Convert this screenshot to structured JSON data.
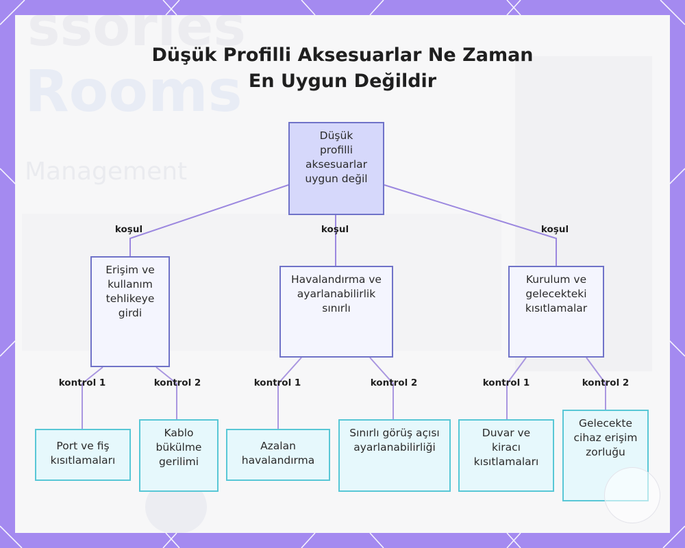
{
  "title_lines": [
    "Düşük Profilli Aksesuarlar Ne Zaman",
    "En Uygun Değildir"
  ],
  "background_words": [
    "ssories",
    "Rooms",
    "Management"
  ],
  "colors": {
    "frame": "#a48af0",
    "panel": "#f7f7f8",
    "root_fill": "#d6d8fb",
    "node_border": "#6f72c8",
    "mid_fill": "#f4f5fe",
    "leaf_fill": "#e6f8fc",
    "leaf_border": "#58c7d6",
    "edge_top": "#9b87df",
    "edge_bottom": "#a996e0"
  },
  "nodes": {
    "root": "Düşük profilli aksesuarlar uygun değil",
    "b1": "Erişim ve kullanım tehlikeye girdi",
    "b2": "Havalandırma ve ayarlanabilirlik sınırlı",
    "b3": "Kurulum ve gelecekteki kısıtlamalar",
    "l1": "Port ve fiş kısıtlamaları",
    "l2": "Kablo bükülme gerilimi",
    "l3": "Azalan havalandırma",
    "l4": "Sınırlı görüş açısı ayarlanabilirliği",
    "l5": "Duvar ve kiracı kısıtlamaları",
    "l6": "Gelecekte cihaz erişim zorluğu"
  },
  "edge_labels": {
    "e1": "koşul",
    "e2": "koşul",
    "e3": "koşul",
    "e4": "kontrol 1",
    "e5": "kontrol 2",
    "e6": "kontrol 1",
    "e7": "kontrol 2",
    "e8": "kontrol 1",
    "e9": "kontrol 2"
  }
}
